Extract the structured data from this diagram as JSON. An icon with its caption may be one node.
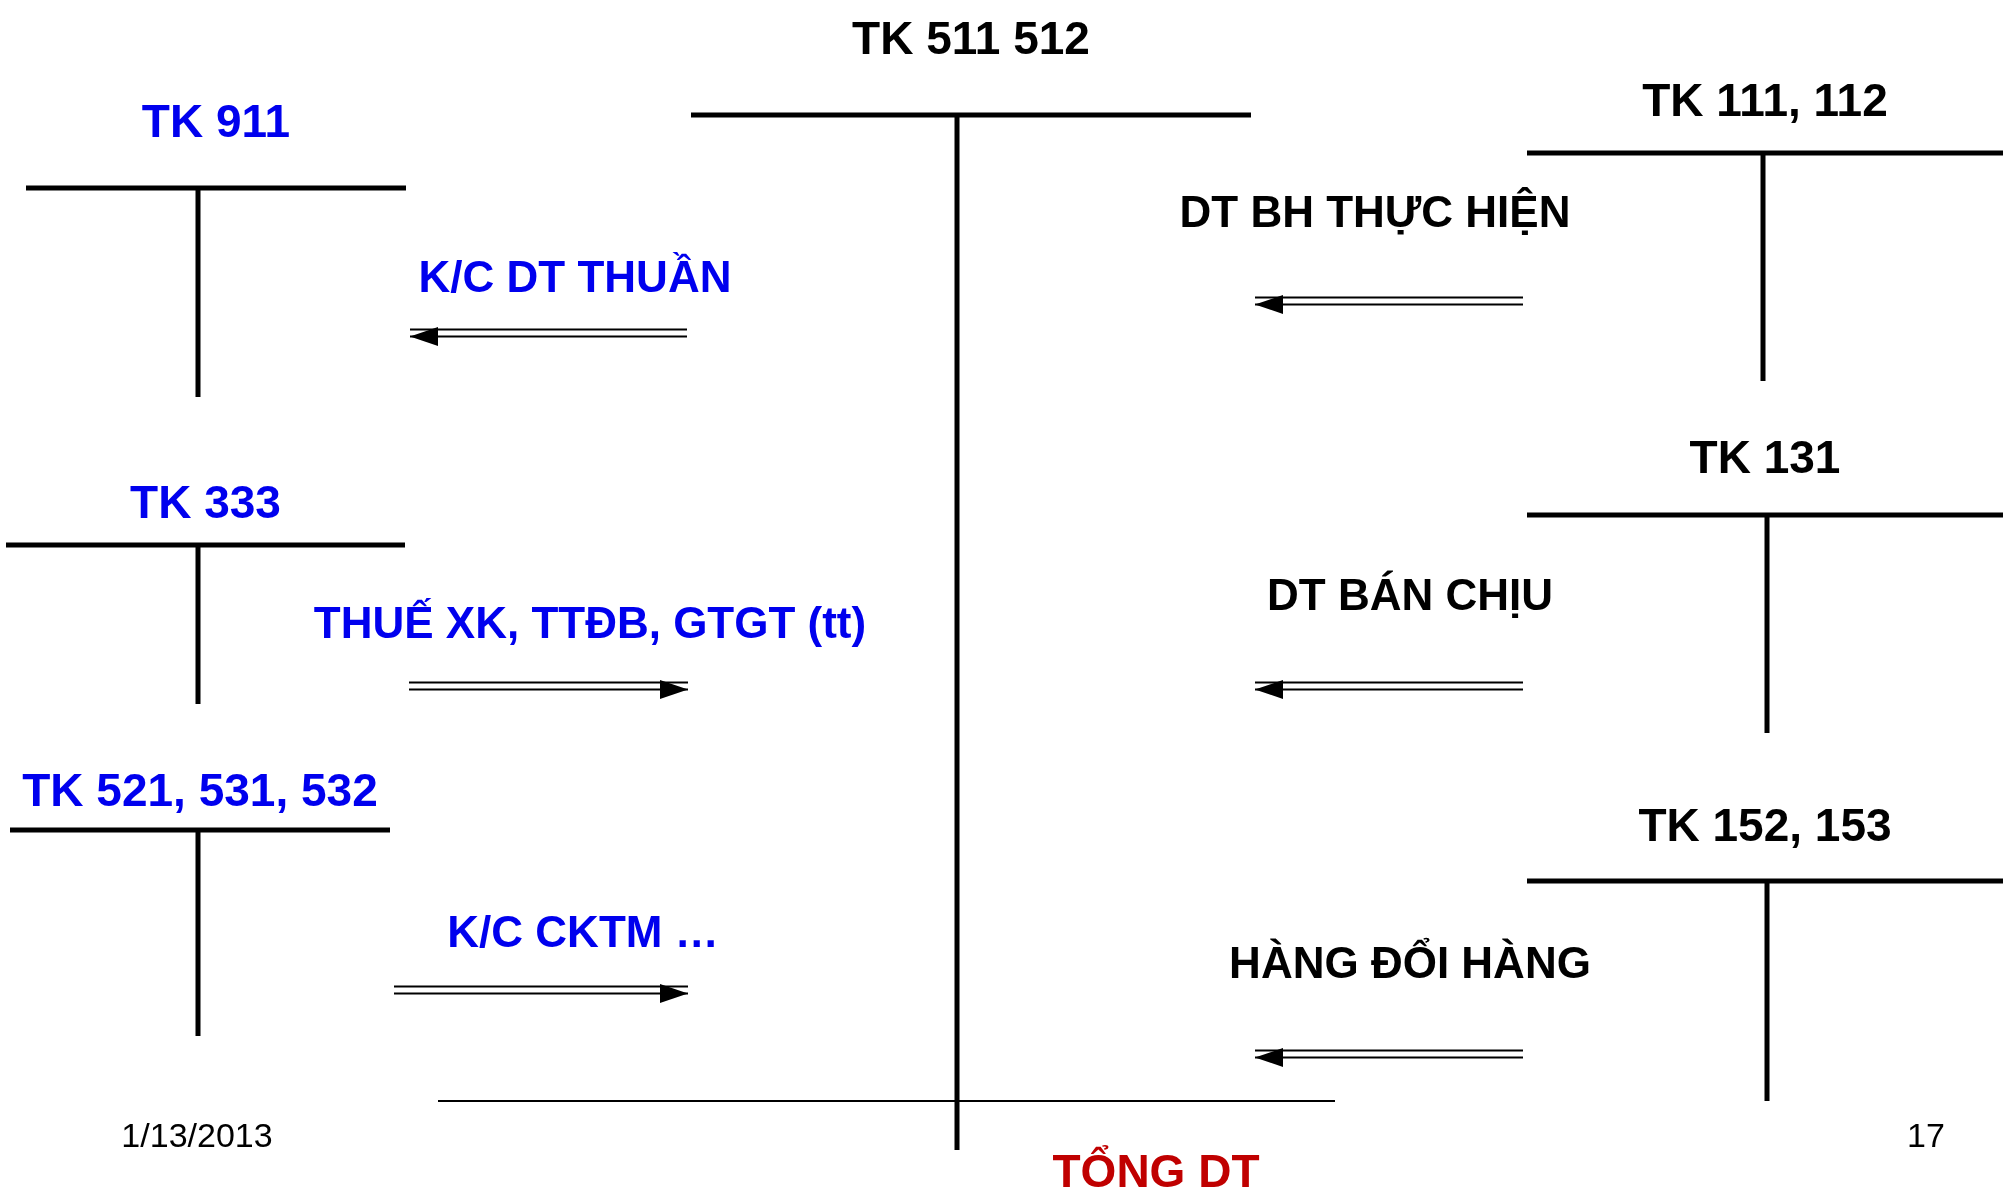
{
  "diagram": {
    "nodes": [
      {
        "text": [
          "TK 511 512"
        ]
      },
      {
        "text": [
          "TK 911"
        ]
      },
      {
        "text": [
          "TK 333"
        ]
      },
      {
        "text": [
          "TK 521, 531, 532"
        ]
      },
      {
        "text": [
          "TK 111, 112"
        ]
      },
      {
        "text": [
          "TK 131"
        ]
      },
      {
        "text": [
          "TK 152, 153"
        ]
      }
    ],
    "edges": [
      {
        "from": 0,
        "to": 1,
        "arrow": "to",
        "label": "K/C DT THUẦN"
      },
      {
        "from": 2,
        "to": 0,
        "arrow": "to",
        "label": "THUẾ XK, TTĐB, GTGT (tt)"
      },
      {
        "from": 3,
        "to": 0,
        "arrow": "to",
        "label": "K/C CKTM …"
      },
      {
        "from": 4,
        "to": 0,
        "arrow": "to",
        "label": "DT BH THỰC HIỆN"
      },
      {
        "from": 5,
        "to": 0,
        "arrow": "to",
        "label": "DT BÁN CHỊU"
      },
      {
        "from": 6,
        "to": 0,
        "arrow": "to",
        "label": "HÀNG ĐỔI HÀNG"
      }
    ],
    "labels": [
      "TỔNG DT",
      "1/13/2013",
      "17"
    ]
  }
}
